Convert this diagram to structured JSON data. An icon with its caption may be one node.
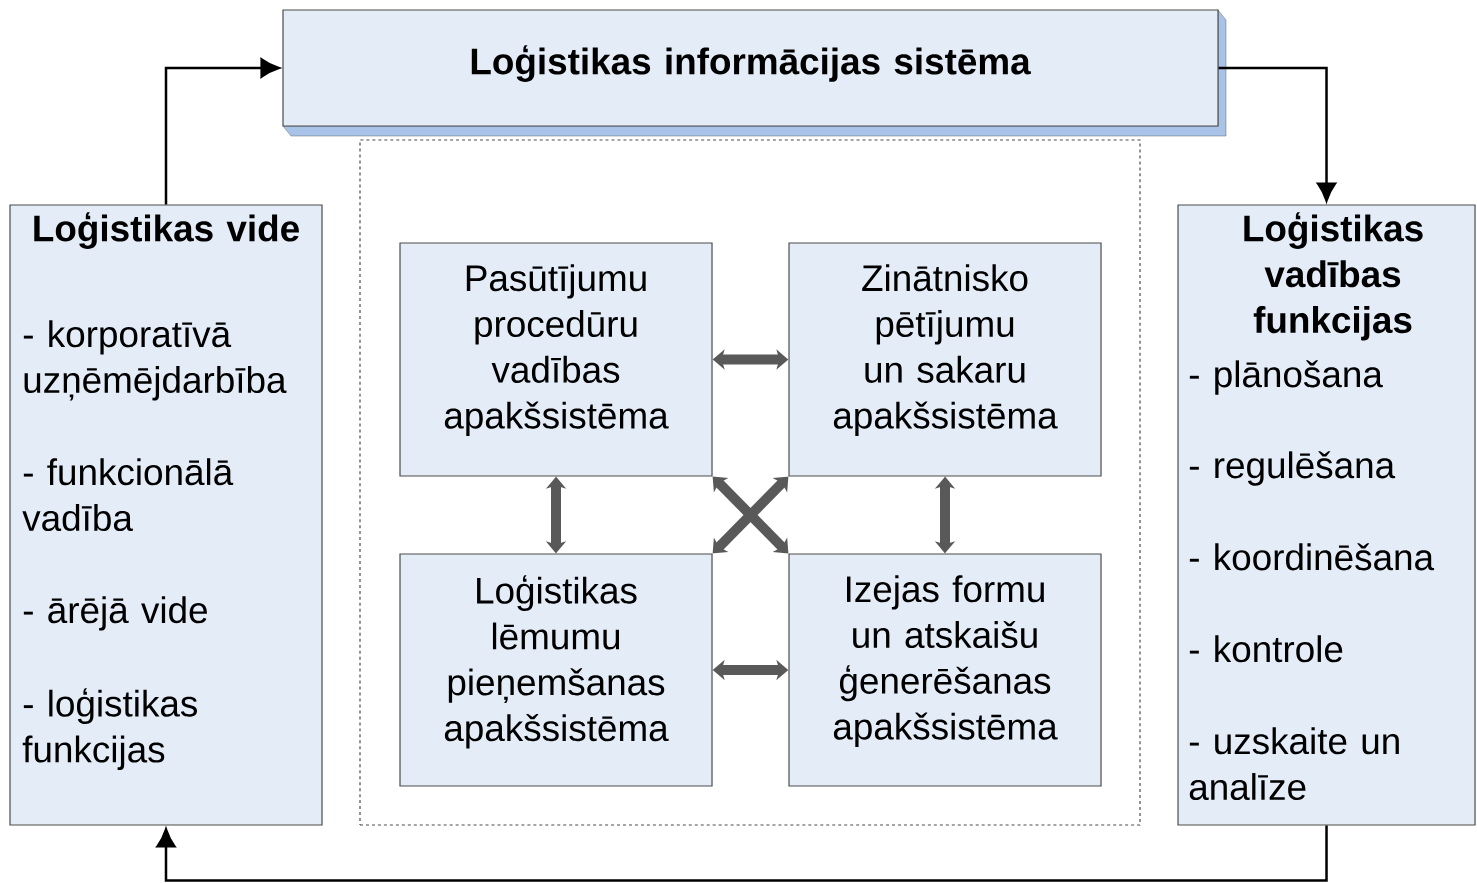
{
  "diagram": {
    "nodes": [
      {
        "text": [
          "Loģistikas informācijas sistēma"
        ]
      },
      {
        "text": [
          "Loģistikas vide",
          "- korporatīvā uzņēmējdarbība",
          "- funkcionālā vadība",
          "- ārējā vide",
          "- loģistikas funkcijas"
        ]
      },
      {
        "text": [],
        "shape": "box"
      },
      {
        "text": [
          "Pasūtījumu procedūru vadības apakšsistēma"
        ],
        "in": 2
      },
      {
        "text": [
          "Zinātnisko pētījumu un sakaru apakšsistēma"
        ],
        "in": 2
      },
      {
        "text": [
          "Loģistikas lēmumu pieņemšanas apakšsistēma"
        ],
        "in": 2
      },
      {
        "text": [
          "Izejas formu un atskaišu ģenerēšanas apakšsistēma"
        ],
        "in": 2
      },
      {
        "text": [
          "Loģistikas vadības funkcijas",
          "- plānošana",
          "- regulēšana",
          "- koordinēšana",
          "- kontrole",
          "- uzskaite un analīze"
        ]
      }
    ],
    "edges": [
      {
        "from": 1,
        "to": 0,
        "arrow": "to"
      },
      {
        "from": 0,
        "to": 7,
        "arrow": "to"
      },
      {
        "from": 7,
        "to": 1,
        "arrow": "to"
      },
      {
        "from": 3,
        "to": 4,
        "arrow": "both",
        "color": "#595959"
      },
      {
        "from": 3,
        "to": 5,
        "arrow": "both",
        "color": "#595959"
      },
      {
        "from": 4,
        "to": 6,
        "arrow": "both",
        "color": "#595959"
      },
      {
        "from": 5,
        "to": 6,
        "arrow": "both",
        "color": "#595959"
      },
      {
        "from": 3,
        "to": 6,
        "arrow": "both",
        "color": "#595959"
      },
      {
        "from": 4,
        "to": 5,
        "arrow": "both",
        "color": "#595959"
      }
    ]
  }
}
